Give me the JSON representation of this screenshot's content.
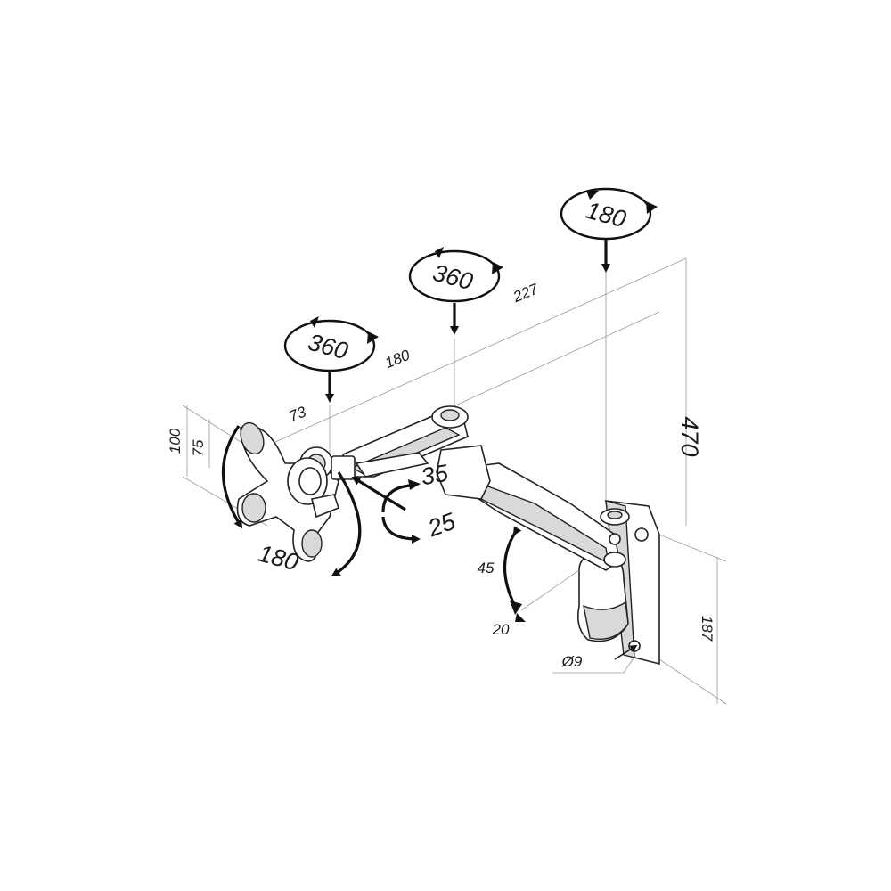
{
  "rotations": {
    "pivot_1": "360",
    "pivot_2": "360",
    "pivot_3": "180"
  },
  "dimensions": {
    "plate_height_outer": "100",
    "plate_height_inner": "75",
    "head_offset": "73",
    "arm_length_1": "180",
    "arm_length_2": "227",
    "total_height": "470",
    "bracket_height": "187",
    "hole_diameter": "Ø9"
  },
  "angles": {
    "head_rotation": "180",
    "tilt_up": "35",
    "tilt_down": "25",
    "lift_up": "45",
    "lift_down": "20"
  },
  "colors": {
    "ink": "#111111",
    "guide": "#9a9a9a",
    "part_fill": "#d9d9d9"
  }
}
